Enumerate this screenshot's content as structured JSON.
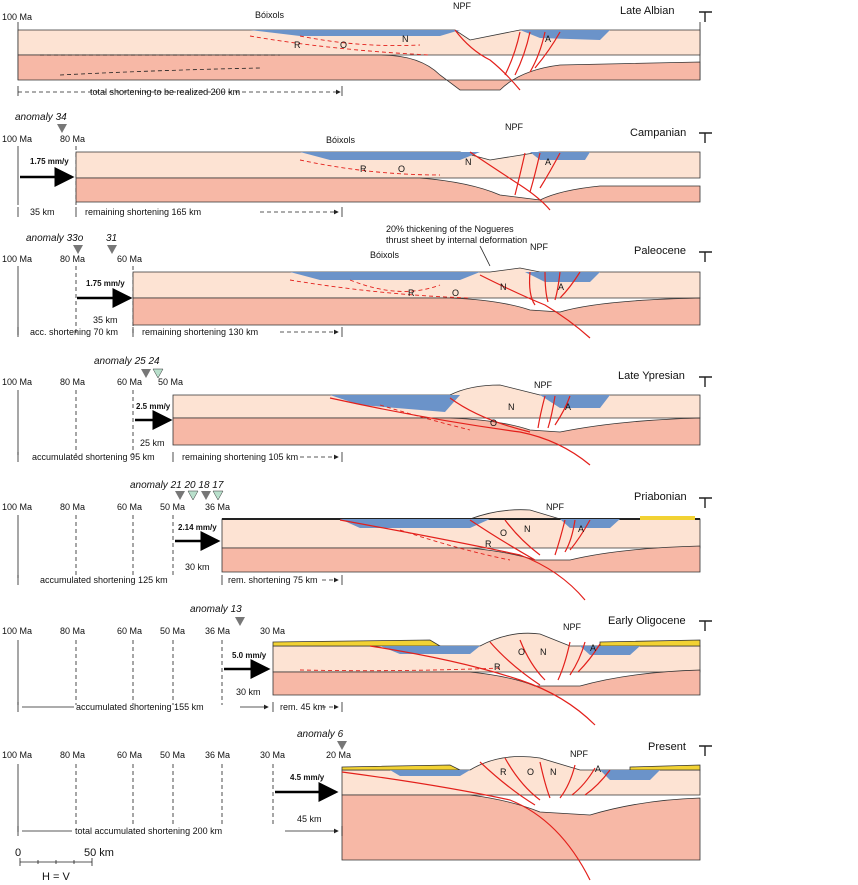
{
  "colors": {
    "upper_crust": "#fde3d3",
    "lower_crust": "#f7b8a6",
    "basin": "#6b93c9",
    "synorogenic": "#f2d233",
    "fault": "#e3201b",
    "marker_dark": "#777777",
    "marker_light": "#b9e0cc"
  },
  "units": {
    "r": "R",
    "o": "O",
    "n": "N",
    "a": "A",
    "npf": "NPF",
    "boixols": "Bóixols"
  },
  "panels": [
    {
      "stage": "Late Albian",
      "age_labels": [
        "100 Ma"
      ],
      "shortening": "total shortening to be realized   200 km"
    },
    {
      "stage": "Campanian",
      "anomaly": "anomaly  34",
      "age_labels": [
        "100 Ma",
        "80 Ma"
      ],
      "rate": "1.75 mm/y",
      "acc": "35 km",
      "remaining": "remaining shortening   165 km"
    },
    {
      "stage": "Paleocene",
      "anomaly": "anomaly  33o",
      "anomaly_extra": "31",
      "age_labels": [
        "100 Ma",
        "80 Ma",
        "60 Ma"
      ],
      "rate": "1.75 mm/y",
      "dist": "35 km",
      "acc": "acc. shortening   70 km",
      "remaining": "remaining shortening   130 km",
      "note1": "20% thickening of the Nogueres",
      "note2": "thrust sheet by internal deformation"
    },
    {
      "stage": "Late Ypresian",
      "anomaly": "anomaly  25 24",
      "age_labels": [
        "100 Ma",
        "80 Ma",
        "60 Ma",
        "50 Ma"
      ],
      "rate": "2.5 mm/y",
      "dist": "25 km",
      "acc": "accumulated shortening   95 km",
      "remaining": "remaining shortening   105 km"
    },
    {
      "stage": "Priabonian",
      "anomaly": "anomaly  21 20 18 17",
      "age_labels": [
        "100 Ma",
        "80 Ma",
        "60 Ma",
        "50 Ma",
        "36 Ma"
      ],
      "rate": "2.14 mm/y",
      "dist": "30 km",
      "acc": "accumulated shortening   125 km",
      "remaining": "rem. shortening   75 km"
    },
    {
      "stage": "Early Oligocene",
      "anomaly": "anomaly  13",
      "age_labels": [
        "100 Ma",
        "80 Ma",
        "60 Ma",
        "50 Ma",
        "36 Ma",
        "30 Ma"
      ],
      "rate": "5.0 mm/y",
      "dist": "30 km",
      "acc": "accumulated shortening   155 km",
      "remaining": "rem. 45 km"
    },
    {
      "stage": "Present",
      "anomaly": "anomaly  6",
      "age_labels": [
        "100 Ma",
        "80 Ma",
        "60 Ma",
        "50 Ma",
        "36 Ma",
        "30 Ma",
        "20 Ma"
      ],
      "rate": "4.5 mm/y",
      "dist": "45 km",
      "acc": "total accumulated shortening   200 km"
    }
  ],
  "scale": {
    "zero": "0",
    "length": "50 km",
    "ratio": "H = V"
  }
}
